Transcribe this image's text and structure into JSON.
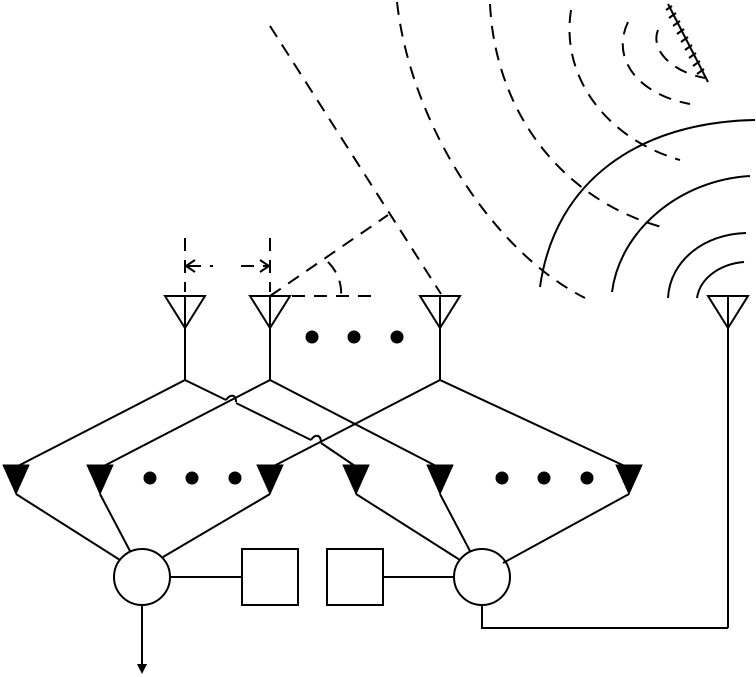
{
  "colors": {
    "line": "#000000",
    "background": "#ffffff"
  },
  "diagram": {
    "description_free": true,
    "array_elements": 3,
    "amplifier_groups": 2,
    "amplifiers_per_group": 3,
    "combiners": 2,
    "blocks": 2,
    "ellipsis_marks": 3
  }
}
